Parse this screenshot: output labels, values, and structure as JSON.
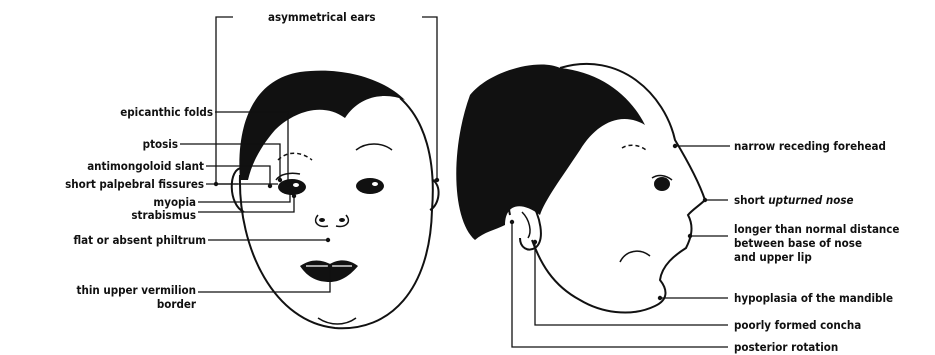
{
  "diagram": {
    "top_label": "asymmetrical ears",
    "left_labels": {
      "epicanthic": "epicanthic folds",
      "ptosis": "ptosis",
      "antimongoloid": "antimongoloid slant",
      "short_palpebral": "short palpebral fissures",
      "myopia": "myopia",
      "strabismus": "strabismus",
      "philtrum": "flat or absent philtrum",
      "thin_upper_1": "thin upper vermilion",
      "thin_upper_2": "border"
    },
    "right_labels": {
      "forehead": "narrow receding forehead",
      "short_prefix": "short ",
      "upturned_nose": "upturned nose",
      "longer_1": "longer than normal distance",
      "longer_2": "between base of nose",
      "longer_3": "and upper lip",
      "hypoplasia": "hypoplasia of the mandible",
      "concha": "poorly formed concha",
      "posterior": "posterior rotation"
    }
  }
}
